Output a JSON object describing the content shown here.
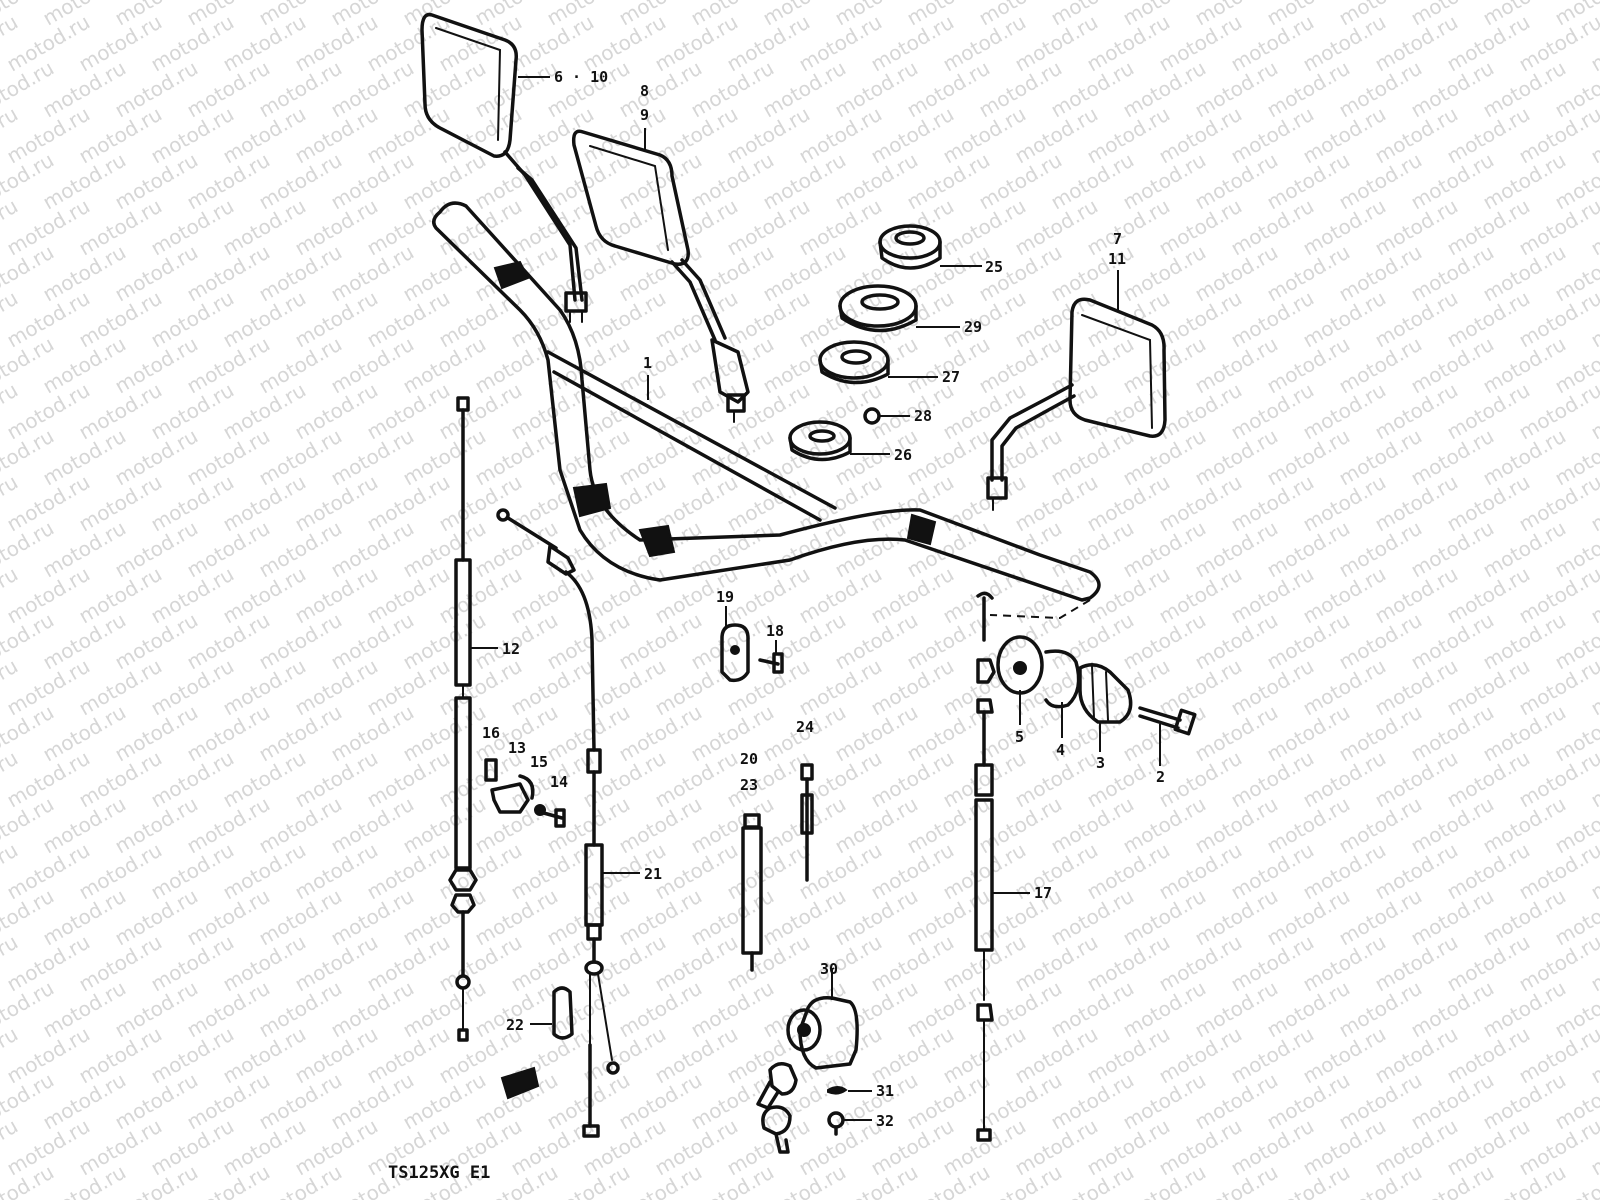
{
  "model_code": "TS125XG E1",
  "watermark": "motod.ru",
  "callouts": {
    "c1": "1",
    "c2": "2",
    "c3": "3",
    "c4": "4",
    "c5": "5",
    "c6_10": "6 · 10",
    "c7": "7",
    "c11": "11",
    "c8": "8",
    "c9": "9",
    "c12": "12",
    "c13": "13",
    "c14": "14",
    "c15": "15",
    "c16": "16",
    "c17": "17",
    "c18": "18",
    "c19": "19",
    "c20": "20",
    "c21": "21",
    "c22": "22",
    "c23": "23",
    "c24": "24",
    "c25": "25",
    "c26": "26",
    "c27": "27",
    "c28": "28",
    "c29": "29",
    "c30": "30",
    "c31": "31",
    "c32": "32"
  }
}
